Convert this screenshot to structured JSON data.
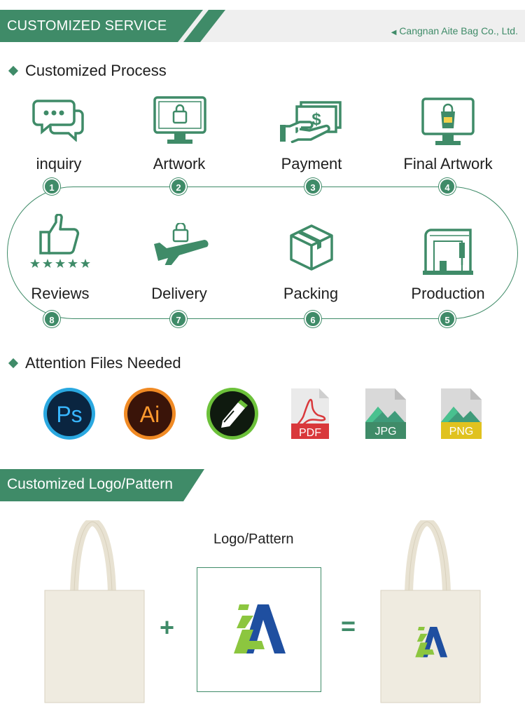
{
  "header": {
    "title": "CUSTOMIZED SERVICE",
    "company": "Cangnan Aite Bag Co., Ltd."
  },
  "process": {
    "heading": "Customized Process",
    "steps": [
      {
        "num": "1",
        "label": "inquiry",
        "icon": "chat-bubbles-icon"
      },
      {
        "num": "2",
        "label": "Artwork",
        "icon": "monitor-bag-icon"
      },
      {
        "num": "3",
        "label": "Payment",
        "icon": "hand-money-icon"
      },
      {
        "num": "4",
        "label": "Final Artwork",
        "icon": "monitor-tote-icon"
      },
      {
        "num": "5",
        "label": "Production",
        "icon": "sewing-machine-icon"
      },
      {
        "num": "6",
        "label": "Packing",
        "icon": "package-box-icon"
      },
      {
        "num": "7",
        "label": "Delivery",
        "icon": "airplane-icon"
      },
      {
        "num": "8",
        "label": "Reviews",
        "icon": "thumbs-up-stars-icon"
      }
    ]
  },
  "files": {
    "heading": "Attention Files Needed",
    "items": [
      {
        "label": "Ps",
        "icon": "photoshop-icon"
      },
      {
        "label": "Ai",
        "icon": "illustrator-icon"
      },
      {
        "label": "",
        "icon": "coreldraw-icon"
      },
      {
        "label": "PDF",
        "icon": "pdf-file-icon"
      },
      {
        "label": "JPG",
        "icon": "jpg-file-icon"
      },
      {
        "label": "PNG",
        "icon": "png-file-icon"
      }
    ]
  },
  "logo_section": {
    "title": "Customized Logo/Pattern",
    "pattern_label": "Logo/Pattern",
    "plus": "+",
    "equals": "="
  },
  "colors": {
    "brand_green": "#3f8b68",
    "header_gray": "#efefef",
    "logo_green": "#8cc63f",
    "logo_blue": "#1f4fa0"
  }
}
